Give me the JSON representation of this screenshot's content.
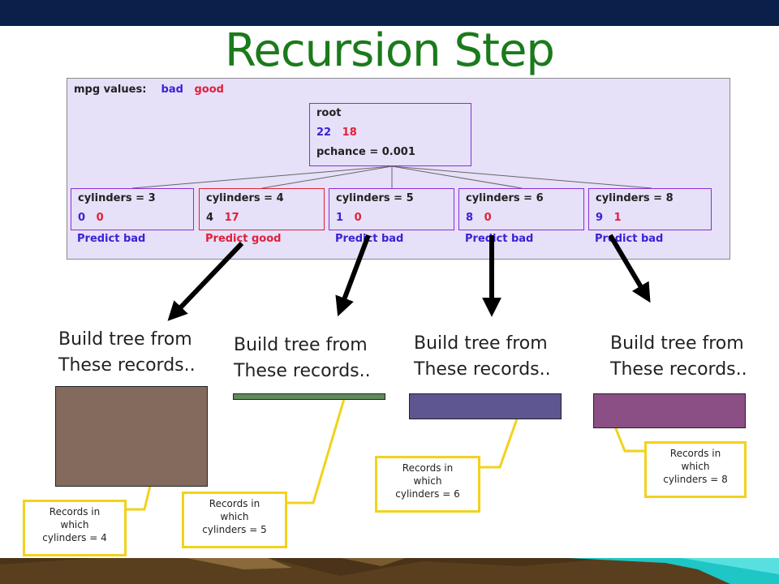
{
  "title": "Recursion Step",
  "legend": {
    "label": "mpg values:",
    "bad": "bad",
    "good": "good"
  },
  "root": {
    "label": "root",
    "bad_count": "22",
    "good_count": "18",
    "pchance": "pchance = 0.001"
  },
  "children": [
    {
      "label": "cylinders = 3",
      "bad": "0",
      "good": "0",
      "predict": "Predict bad"
    },
    {
      "label": "cylinders = 4",
      "bad": "4",
      "good": "17",
      "predict": "Predict good"
    },
    {
      "label": "cylinders = 5",
      "bad": "1",
      "good": "0",
      "predict": "Predict bad"
    },
    {
      "label": "cylinders = 6",
      "bad": "8",
      "good": "0",
      "predict": "Predict bad"
    },
    {
      "label": "cylinders = 8",
      "bad": "9",
      "good": "1",
      "predict": "Predict bad"
    }
  ],
  "build": [
    {
      "line1": "Build tree from",
      "line2": "These records.."
    },
    {
      "line1": "Build tree from",
      "line2": "These records.."
    },
    {
      "line1": "Build tree from",
      "line2": "These records.."
    },
    {
      "line1": "Build tree from",
      "line2": "These records.."
    }
  ],
  "callouts": [
    {
      "l1": "Records in",
      "l2": "which",
      "l3": "cylinders = 4"
    },
    {
      "l1": "Records in",
      "l2": "which",
      "l3": "cylinders = 5"
    },
    {
      "l1": "Records in",
      "l2": "which",
      "l3": "cylinders = 6"
    },
    {
      "l1": "Records in",
      "l2": "which",
      "l3": "cylinders = 8"
    }
  ],
  "colors": {
    "bad": "#3a22d6",
    "good": "#e0203a",
    "title": "#1b7a1b",
    "rect_cyl4": "#836a5c",
    "rect_cyl5": "#5f8a5a",
    "rect_cyl6": "#5d5690",
    "rect_cyl8": "#8b4f86",
    "callout_border": "#f2d21c"
  }
}
